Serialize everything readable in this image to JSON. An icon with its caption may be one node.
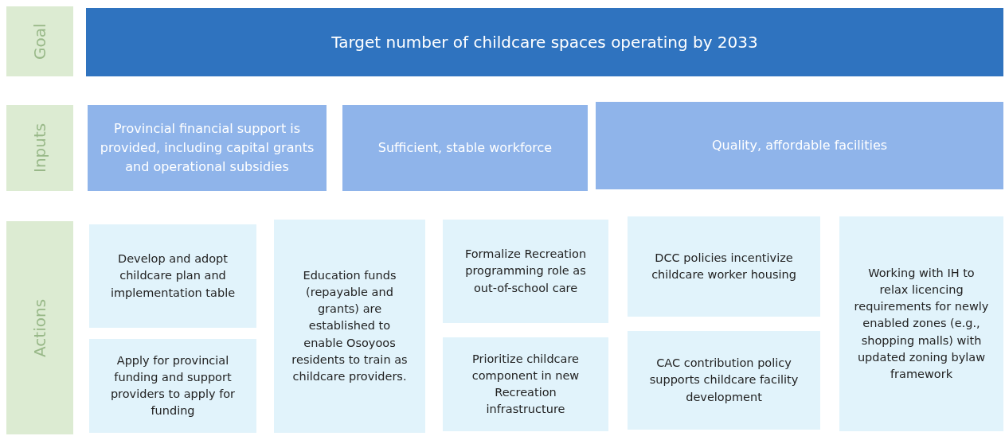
{
  "diagram": {
    "nodes": [
      {
        "text": [
          "Goal"
        ]
      },
      {
        "text": [
          "Target number of childcare spaces operating by 2033"
        ]
      },
      {
        "text": [
          "Inputs"
        ]
      },
      {
        "text": [
          "Provincial financial support is provided, including  capital grants and operational subsidies"
        ]
      },
      {
        "text": [
          "Sufficient, stable workforce"
        ]
      },
      {
        "text": [
          "Quality, affordable facilities"
        ]
      },
      {
        "text": [
          "Actions"
        ]
      },
      {
        "text": [
          "Develop and adopt childcare plan and implementation table"
        ]
      },
      {
        "text": [
          "Apply for provincial funding and support providers to apply for funding"
        ]
      },
      {
        "text": [
          "Education funds (repayable and grants) are established to enable Osoyoos residents to train as childcare providers."
        ]
      },
      {
        "text": [
          "Formalize Recreation programming role as out-of-school care"
        ]
      },
      {
        "text": [
          "Prioritize childcare component in new Recreation infrastructure"
        ]
      },
      {
        "text": [
          "DCC policies incentivize childcare worker housing"
        ]
      },
      {
        "text": [
          "CAC contribution policy supports childcare facility development"
        ]
      },
      {
        "text": [
          "Working with IH to relax licencing requirements for newly enabled zones (e.g., shopping malls) with updated zoning bylaw framework"
        ]
      }
    ],
    "edges": []
  }
}
